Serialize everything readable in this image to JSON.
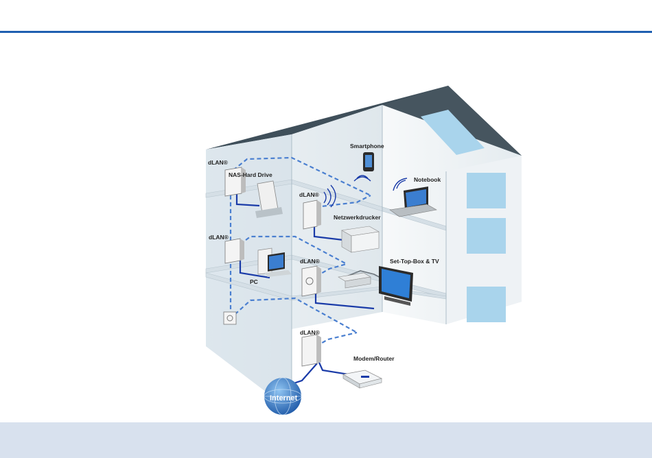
{
  "colors": {
    "accent": "#1f5fb0",
    "footer_band": "#d8e1ee",
    "cable": "#1a3ba8",
    "powerline": "#4a7fd0"
  },
  "diagram": {
    "labels": {
      "dlan_nas": "dLAN®",
      "nas": "NAS-Hard Drive",
      "smartphone": "Smartphone",
      "notebook": "Notebook",
      "dlan_printer": "dLAN®",
      "printer": "Netzwerkdrucker",
      "dlan_pc": "dLAN®",
      "pc": "PC",
      "dlan_tv": "dLAN®",
      "tv": "Set-Top-Box & TV",
      "dlan_router": "dLAN®",
      "router": "Modem/Router",
      "internet": "Internet"
    }
  }
}
